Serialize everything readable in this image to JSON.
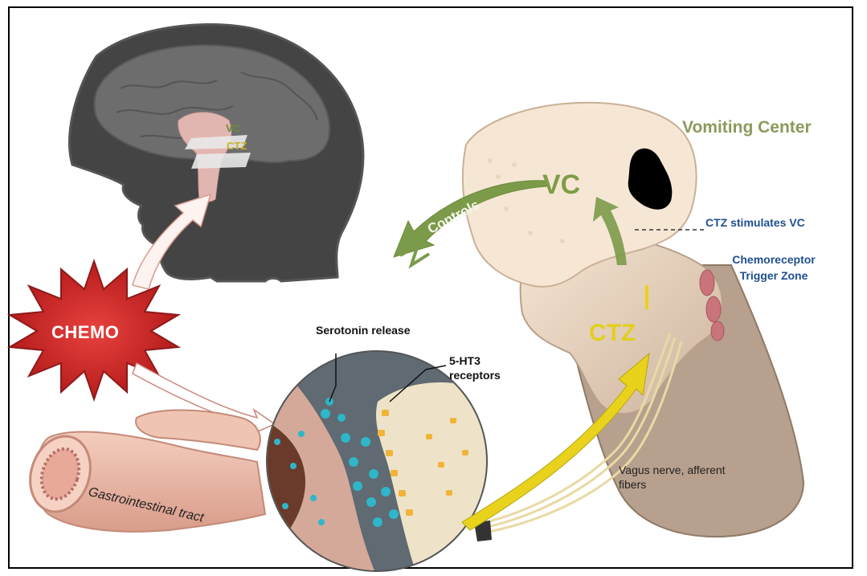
{
  "labels": {
    "vomiting_center": "Vomiting Center",
    "ctz_stimulates_vc": "CTZ stimulates VC",
    "chemoreceptor_trigger_zone": "Chemoreceptor Trigger Zone",
    "serotonin_release": "Serotonin release",
    "ht3_receptors": "5-HT3 receptors",
    "vagus_nerve": "Vagus nerve, afferent fibers",
    "gastrointestinal_tract": "Gastrointestinal tract",
    "chemo": "CHEMO",
    "vc": "VC",
    "ctz": "CTZ",
    "controls": "Controls"
  },
  "colors": {
    "vomiting_center_label": "#8a9a5b",
    "annotation_blue": "#1f4f8f",
    "chemo_burst": "#d42a2a",
    "serotonin": "#2fb6c8",
    "receptor": "#f0b43a",
    "yellow_arrow": "#e8d21c",
    "green_arrow": "#7c9b4a",
    "brainstem": "#f3dfc9",
    "head_silhouette": "#3f3f3f"
  }
}
